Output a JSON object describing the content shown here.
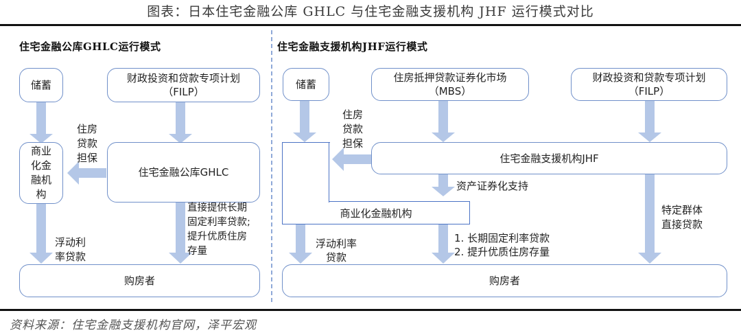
{
  "title": "图表：日本住宅金融公库 GHLC 与住宅金融支援机构 JHF 运行模式对比",
  "left": {
    "section_title": "住宅金融公库GHLC运行模式",
    "savings": "储蓄",
    "filp": "财政投资和贷款专项计划\n（FILP）",
    "commercial": "商业\n化金\n融机\n构",
    "ghlc": "住宅金融公库GHLC",
    "buyer": "购房者",
    "label_guarantee": "住房\n贷款\n担保",
    "label_floating": "浮动利\n率贷款",
    "label_direct": "直接提供长期\n固定利率贷款;\n提升优质住房\n存量"
  },
  "right": {
    "section_title": "住宅金融支援机构JHF运行模式",
    "savings": "储蓄",
    "mbs": "住房抵押贷款证券化市场\n（MBS）",
    "filp": "财政投资和贷款专项计划\n（FILP）",
    "jhf": "住宅金融支援机构JHF",
    "commercial": "商业化金融机构",
    "buyer": "购房者",
    "label_guarantee": "住房\n贷款\n担保",
    "label_securitization": "资产证券化支持",
    "label_floating": "浮动利率\n贷款",
    "label_fixed": "1. 长期固定利率贷款\n2. 提升优质住房存量",
    "label_specific": "特定群体\n直接贷款"
  },
  "source": "资料来源：住宅金融支援机构官网，泽平宏观",
  "colors": {
    "arrow": "#b4c7e7",
    "box_border": "#6f8fc9",
    "divider": "#8fa9d8"
  }
}
